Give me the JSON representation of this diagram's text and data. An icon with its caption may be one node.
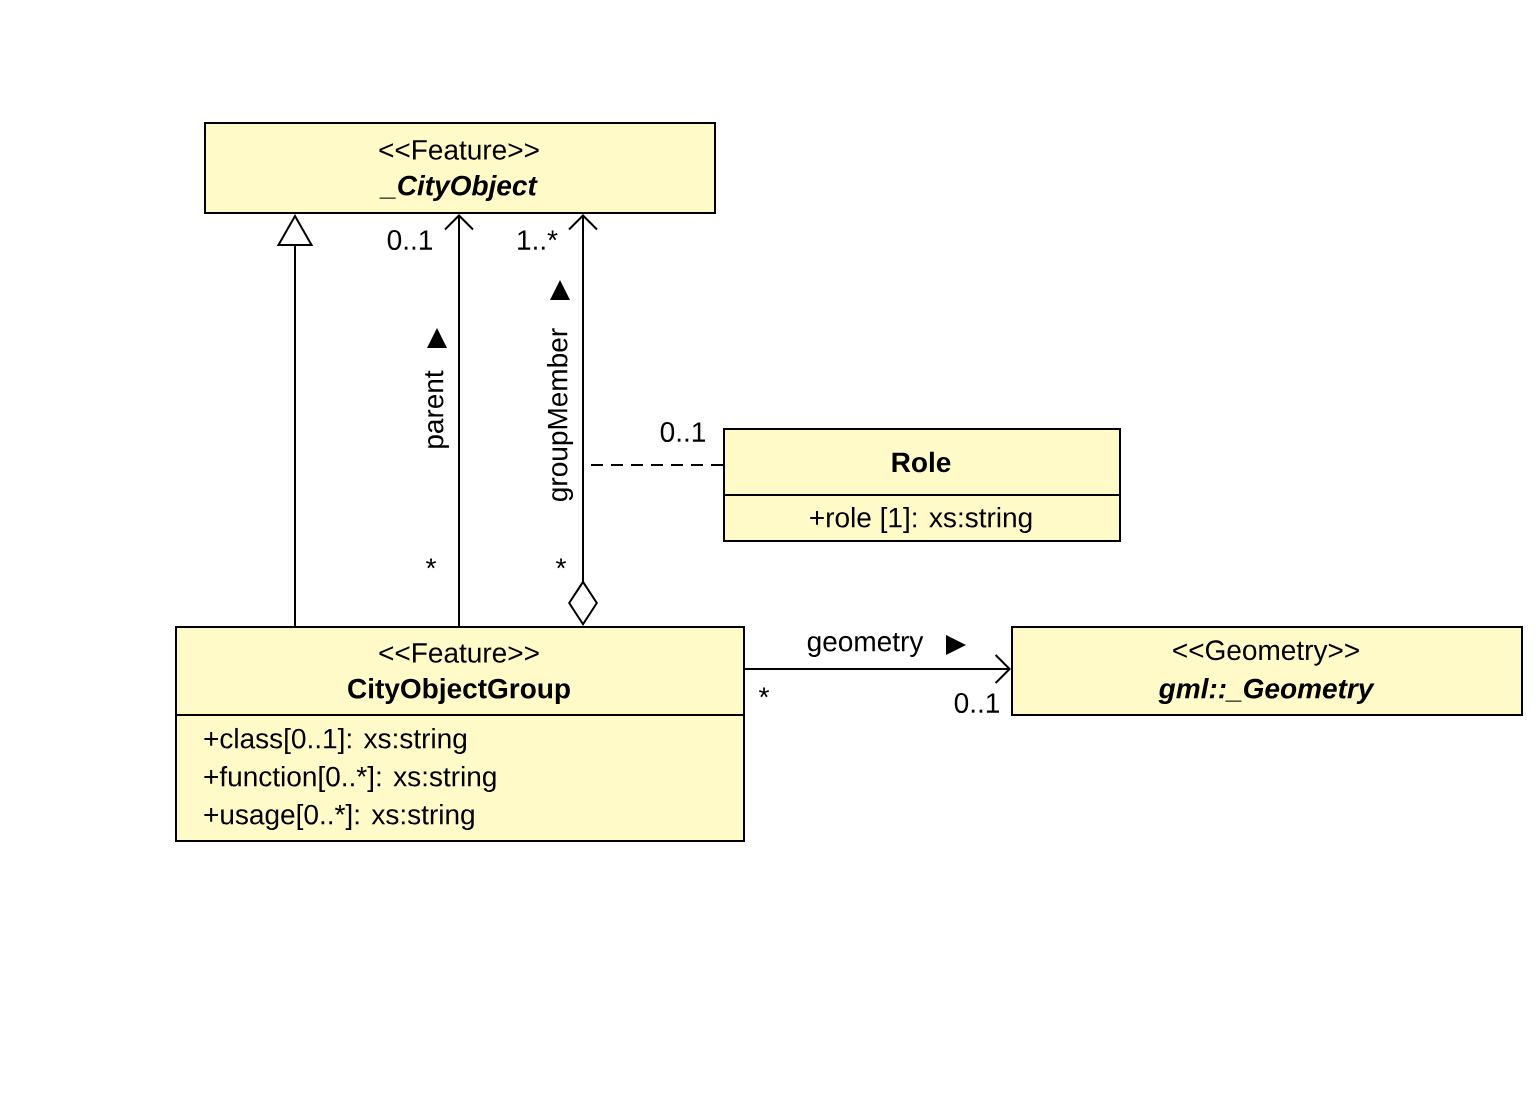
{
  "diagram": {
    "nodes": [
      {
        "text": [
          "<<Feature>>",
          "_CityObject"
        ]
      },
      {
        "text": [
          "<<Feature>>",
          "CityObjectGroup",
          "+class[0..1]: xs:string",
          "+function[0..*]: xs:string",
          "+usage[0..*]: xs:string"
        ]
      },
      {
        "text": [
          "Role",
          "+role [1]: xs:string"
        ]
      },
      {
        "text": [
          "<<Geometry>>",
          "gml::_Geometry"
        ]
      }
    ],
    "edges": [
      {
        "from": 1,
        "to": 0,
        "arrow": "to"
      },
      {
        "from": 1,
        "to": 0,
        "arrow": "to",
        "label": "parent"
      },
      {
        "from": 1,
        "to": 0,
        "arrow": "to",
        "label": "groupMember"
      },
      {
        "from": 2,
        "to": null,
        "arrow": "none",
        "style": "dashed"
      },
      {
        "from": 1,
        "to": 3,
        "arrow": "to",
        "label": "geometry"
      }
    ],
    "labels": [
      "0..1",
      "1..*",
      "0..1",
      "*",
      "*",
      "*",
      "0..1"
    ]
  }
}
